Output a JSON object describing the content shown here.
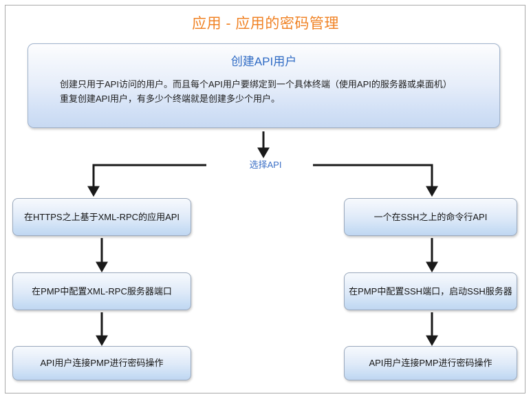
{
  "page": {
    "title": "应用 - 应用的密码管理",
    "title_color": "#f08224",
    "background": "#ffffff",
    "frame_color": "#a9a9a9"
  },
  "intro": {
    "heading": "创建API用户",
    "heading_color": "#2f6bc4",
    "body_line_1": "创建只用于API访问的用户。而且每个API用户要绑定到一个具体终端（使用API的服务器或桌面机）",
    "body_line_2": "重复创建API用户，有多少个终端就是创建多少个用户。",
    "fill_top": "#fdfdfe",
    "fill_bottom": "#c7d9f2",
    "border_color": "#9fb2cc"
  },
  "branch": {
    "label": "选择API",
    "label_color": "#3b6fc6",
    "connector_color": "#1a1a1a"
  },
  "flow": {
    "left": [
      {
        "label": "在HTTPS之上基于XML-RPC的应用API"
      },
      {
        "label": "在PMP中配置XML-RPC服务器端口"
      },
      {
        "label": "API用户连接PMP进行密码操作"
      }
    ],
    "right": [
      {
        "label": "一个在SSH之上的命令行API"
      },
      {
        "label": "在PMP中配置SSH端口，启动SSH服务器"
      },
      {
        "label": "API用户连接PMP进行密码操作"
      }
    ],
    "box_fill_top": "#f6f9fd",
    "box_fill_bottom": "#bfd6f1",
    "box_border": "#9aa9bd",
    "text_color": "#141414"
  }
}
